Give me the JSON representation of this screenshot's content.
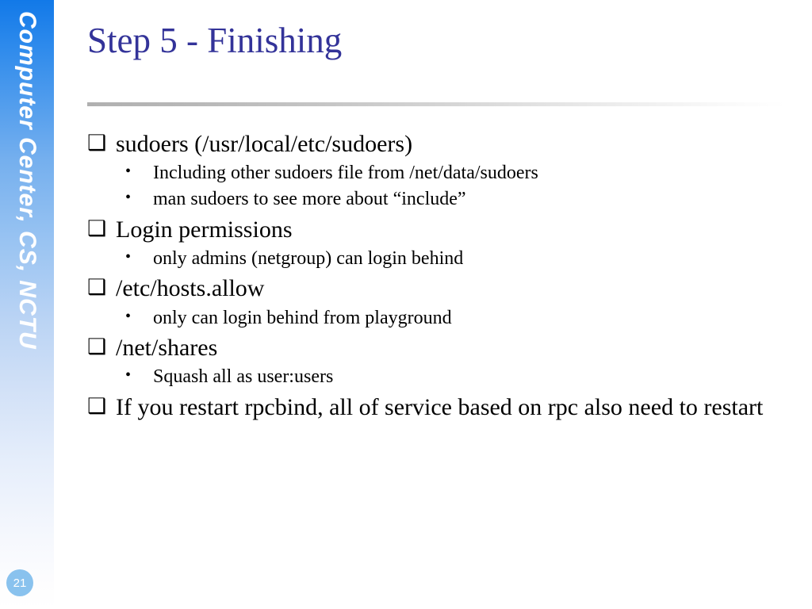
{
  "slide": {
    "title": "Step 5 - Finishing",
    "title_color": "#333399",
    "background": "#ffffff",
    "page_number": "21"
  },
  "sidebar": {
    "label": "Computer Center, CS, NCTU",
    "gradient_top": "#1279e8",
    "gradient_bottom": "#ffffff",
    "text_color": "#ffffff"
  },
  "badge": {
    "value": "21",
    "fill": "#89c2ee",
    "text_color": "#ffffff"
  },
  "markers": {
    "level1": "❑",
    "level2": "•"
  },
  "bullets": [
    {
      "level": 1,
      "text": "sudoers (/usr/local/etc/sudoers)",
      "children": [
        {
          "level": 2,
          "text": "Including other sudoers file from /net/data/sudoers"
        },
        {
          "level": 2,
          "text": "man sudoers to see more about “include”"
        }
      ]
    },
    {
      "level": 1,
      "text": "Login permissions",
      "children": [
        {
          "level": 2,
          "text": "only admins (netgroup) can login behind"
        }
      ]
    },
    {
      "level": 1,
      "text": "/etc/hosts.allow",
      "children": [
        {
          "level": 2,
          "text": "only can login behind from playground"
        }
      ]
    },
    {
      "level": 1,
      "text": "/net/shares",
      "children": [
        {
          "level": 2,
          "text": "Squash all as user:users"
        }
      ]
    },
    {
      "level": 1,
      "text": "If you restart rpcbind, all of service based on rpc also need to restart",
      "children": []
    }
  ]
}
